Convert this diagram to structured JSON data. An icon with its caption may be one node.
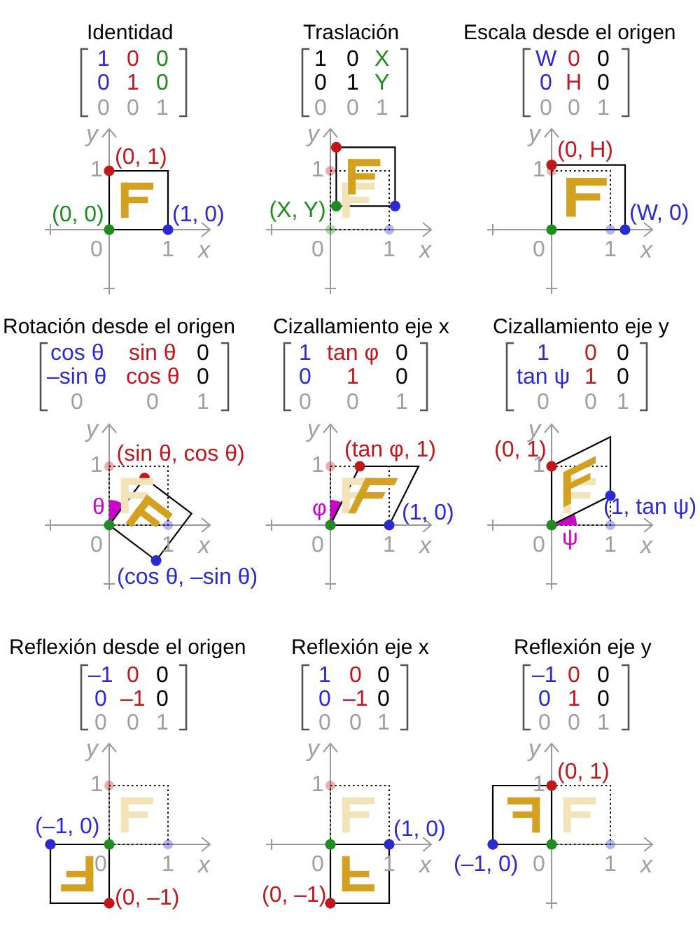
{
  "diagram": {
    "labels": [
      "Identidad",
      "1",
      "0",
      "0",
      "0",
      "1",
      "0",
      "0",
      "0",
      "1",
      "y",
      "1",
      "0",
      "1",
      "x",
      "(0, 1)",
      "(0, 0)",
      "(1, 0)",
      "Traslación",
      "1",
      "0",
      "X",
      "0",
      "1",
      "Y",
      "0",
      "0",
      "1",
      "y",
      "1",
      "0",
      "1",
      "x",
      "(X, Y)",
      "Escala desde el origen",
      "W",
      "0",
      "0",
      "0",
      "H",
      "0",
      "0",
      "0",
      "1",
      "y",
      "1",
      "0",
      "1",
      "x",
      "(0, H)",
      "(W, 0)",
      "Rotación desde el origen",
      "cos θ",
      "sin θ",
      "0",
      "–sin θ",
      "cos θ",
      "0",
      "0",
      "0",
      "1",
      "y",
      "1",
      "0",
      "1",
      "x",
      "(sin θ, cos θ)",
      "θ",
      "(cos θ, –sin θ)",
      "Cizallamiento eje x",
      "1",
      "tan φ",
      "0",
      "0",
      "1",
      "0",
      "0",
      "0",
      "1",
      "y",
      "1",
      "0",
      "1",
      "x",
      "(tan φ, 1)",
      "φ",
      "(1, 0)",
      "Cizallamiento eje y",
      "1",
      "0",
      "0",
      "tan ψ",
      "1",
      "0",
      "0",
      "0",
      "1",
      "y",
      "1",
      "0",
      "1",
      "x",
      "(0, 1)",
      "(1, tan ψ)",
      "ψ",
      "Reflexión desde el origen",
      "–1",
      "0",
      "0",
      "0",
      "–1",
      "0",
      "0",
      "0",
      "1",
      "y",
      "1",
      "0",
      "1",
      "x",
      "(–1, 0)",
      "(0, –1)",
      "Reflexión eje x",
      "1",
      "0",
      "0",
      "0",
      "–1",
      "0",
      "0",
      "0",
      "1",
      "y",
      "1",
      "0",
      "1",
      "x",
      "(1, 0)",
      "(0, –1)",
      "Reflexión eje y",
      "–1",
      "0",
      "0",
      "0",
      "1",
      "0",
      "0",
      "0",
      "1",
      "y",
      "1",
      "0",
      "1",
      "x",
      "(–1, 0)",
      "(0, 1)"
    ]
  }
}
